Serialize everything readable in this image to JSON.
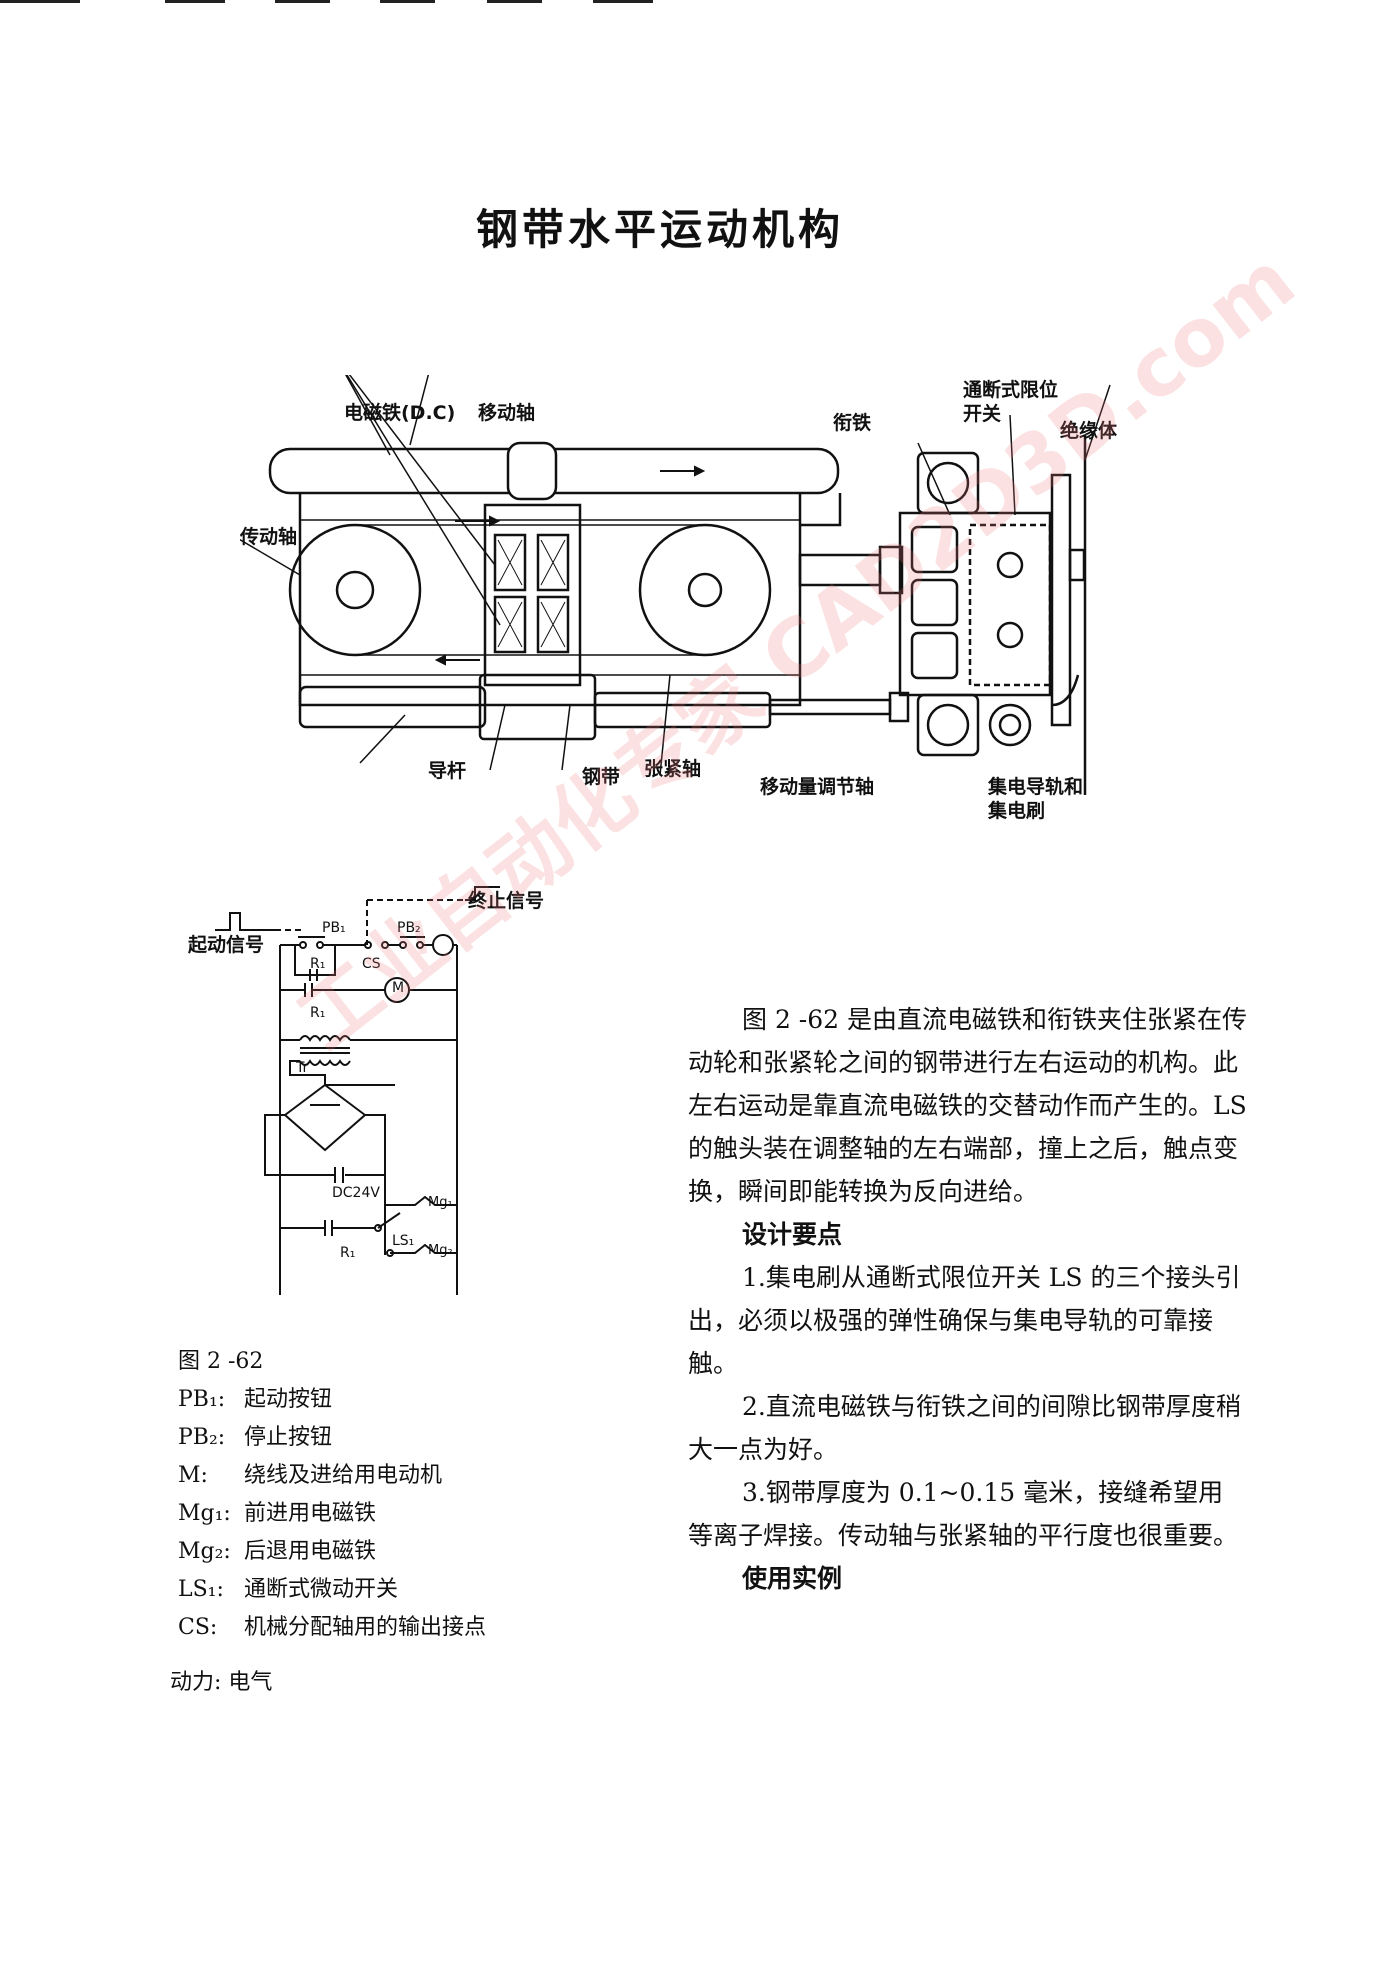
{
  "page": {
    "title": "钢带水平运动机构"
  },
  "mechanism": {
    "labels": {
      "electromagnet": "电磁铁(D.C)",
      "moving_shaft": "移动轴",
      "armature": "衔铁",
      "limit_switch": "通断式限位开关",
      "insulator": "绝缘体",
      "drive_shaft": "传动轴",
      "guide_rod": "导杆",
      "steel_band": "钢带",
      "tension_shaft": "张紧轴",
      "adjust_shaft": "移动量调节轴",
      "collector": "集电导轨和集电刷"
    }
  },
  "circuit": {
    "start_signal": "起动信号",
    "stop_signal": "终止信号",
    "pb1": "PB₁",
    "pb2": "PB₂",
    "r1": "R₁",
    "cs": "CS",
    "m": "M",
    "tr": "Tr",
    "dc24v": "DC24V",
    "ls1": "LS₁",
    "mg1": "Mg₁",
    "mg2": "Mg₂"
  },
  "legend": {
    "figure": "图 2 -62",
    "items": [
      {
        "code": "PB₁:",
        "desc": "起动按钮"
      },
      {
        "code": "PB₂:",
        "desc": "停止按钮"
      },
      {
        "code": "M:",
        "desc": "绕线及进给用电动机"
      },
      {
        "code": "Mg₁:",
        "desc": "前进用电磁铁"
      },
      {
        "code": "Mg₂:",
        "desc": "后退用电磁铁"
      },
      {
        "code": "LS₁:",
        "desc": "通断式微动开关"
      },
      {
        "code": "CS:",
        "desc": "机械分配轴用的输出接点"
      }
    ],
    "power": "动力: 电气"
  },
  "body": {
    "intro": "图 2 -62 是由直流电磁铁和衔铁夹住张紧在传动轮和张紧轮之间的钢带进行左右运动的机构。此左右运动是靠直流电磁铁的交替动作而产生的。LS 的触头装在调整轴的左右端部，撞上之后，触点变换，瞬间即能转换为反向进给。",
    "design_heading": "设计要点",
    "points": [
      "1.集电刷从通断式限位开关 LS 的三个接头引出，必须以极强的弹性确保与集电导轨的可靠接触。",
      "2.直流电磁铁与衔铁之间的间隙比钢带厚度稍大一点为好。",
      "3.钢带厚度为 0.1~0.15 毫米，接缝希望用等离子焊接。传动轴与张紧轴的平行度也很重要。"
    ],
    "usage_heading": "使用实例"
  },
  "watermark": "工业自动化专家 CAD2D3D.com"
}
